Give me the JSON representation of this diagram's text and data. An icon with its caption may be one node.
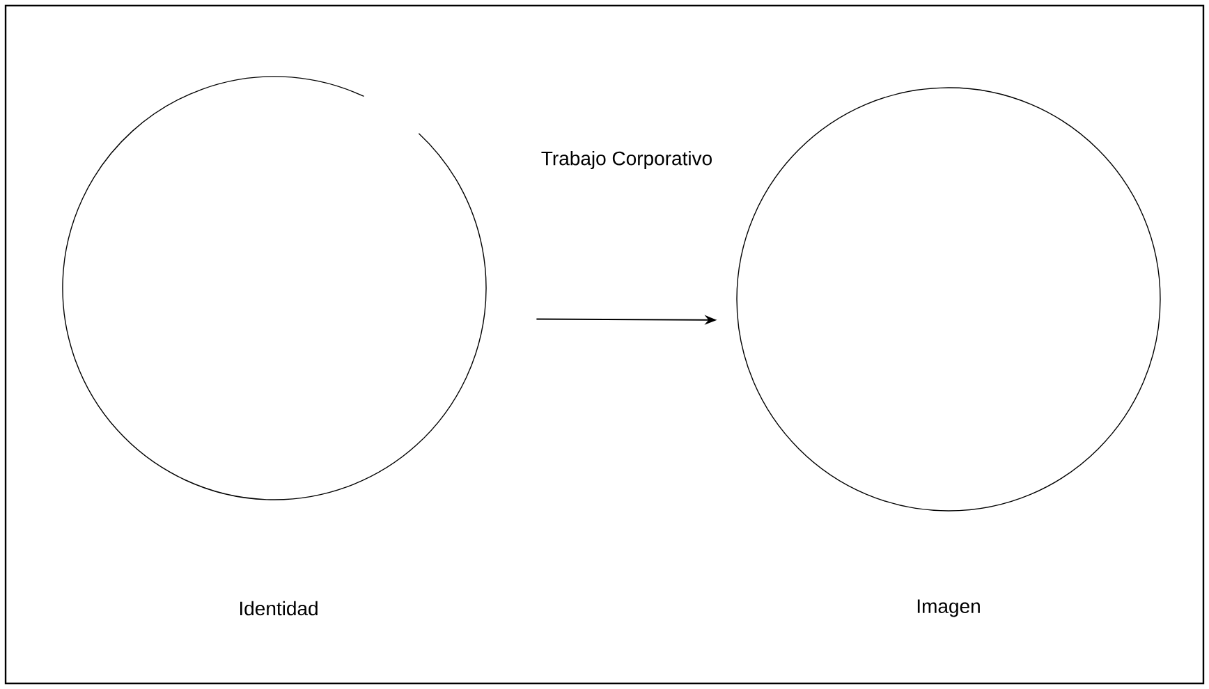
{
  "diagram": {
    "nodes": [
      {
        "text": [],
        "shape": "circle"
      },
      {
        "text": [],
        "shape": "circle"
      }
    ],
    "edges": [
      {
        "from": 0,
        "to": 1,
        "arrow": "to"
      }
    ],
    "labels": [
      "Trabajo Corporativo",
      "Identidad",
      "Imagen"
    ]
  }
}
